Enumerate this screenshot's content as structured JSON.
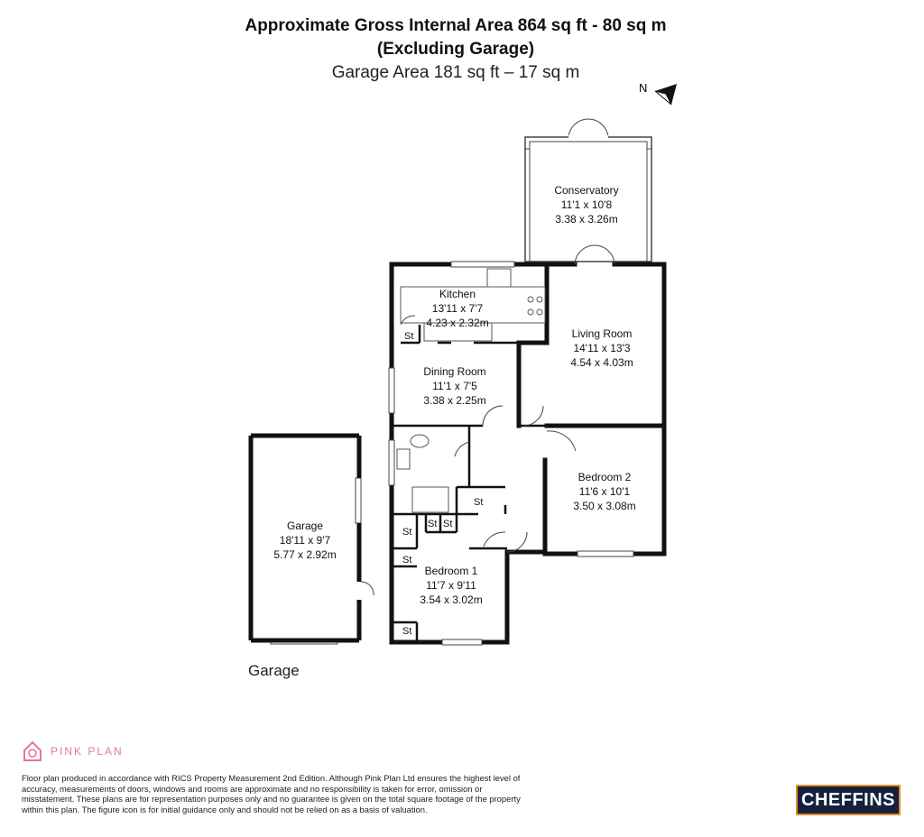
{
  "header": {
    "title_line1": "Approximate Gross Internal Area 864 sq ft - 80 sq m",
    "title_line2": "(Excluding Garage)",
    "title_line3": "Garage Area 181 sq ft – 17 sq m"
  },
  "compass": {
    "label": "N",
    "icon": "north-arrow-icon"
  },
  "rooms": {
    "conservatory": {
      "name": "Conservatory",
      "imperial": "11'1 x 10'8",
      "metric": "3.38 x 3.26m"
    },
    "kitchen": {
      "name": "Kitchen",
      "imperial": "13'11 x 7'7",
      "metric": "4.23 x 2.32m"
    },
    "living": {
      "name": "Living Room",
      "imperial": "14'11 x 13'3",
      "metric": "4.54 x 4.03m"
    },
    "dining": {
      "name": "Dining Room",
      "imperial": "11'1 x 7'5",
      "metric": "3.38 x 2.25m"
    },
    "bedroom2": {
      "name": "Bedroom 2",
      "imperial": "11'6 x 10'1",
      "metric": "3.50 x 3.08m"
    },
    "bedroom1": {
      "name": "Bedroom 1",
      "imperial": "11'7 x 9'11",
      "metric": "3.54 x 3.02m"
    },
    "garage": {
      "name": "Garage",
      "imperial": "18'11 x 9'7",
      "metric": "5.77 x 2.92m"
    }
  },
  "storage_label": "St",
  "garage_caption": "Garage",
  "footer": {
    "brand": "PINK PLAN",
    "disclaimer": "Floor plan produced in accordance with RICS Property Measurement 2nd Edition. Although Pink Plan Ltd ensures the highest level of accuracy, measurements of doors, windows and rooms are approximate and no responsibility is taken for error, omission or misstatement. These plans are for representation purposes only and no guarantee is given on the total square footage of the property within this plan. The figure icon is for initial guidance only and should not be relied on as a basis of valuation.",
    "agent_logo": "CHEFFINS",
    "brand_color": "#e2798f",
    "agent_bg": "#14213d",
    "agent_border": "#e08d2a"
  }
}
